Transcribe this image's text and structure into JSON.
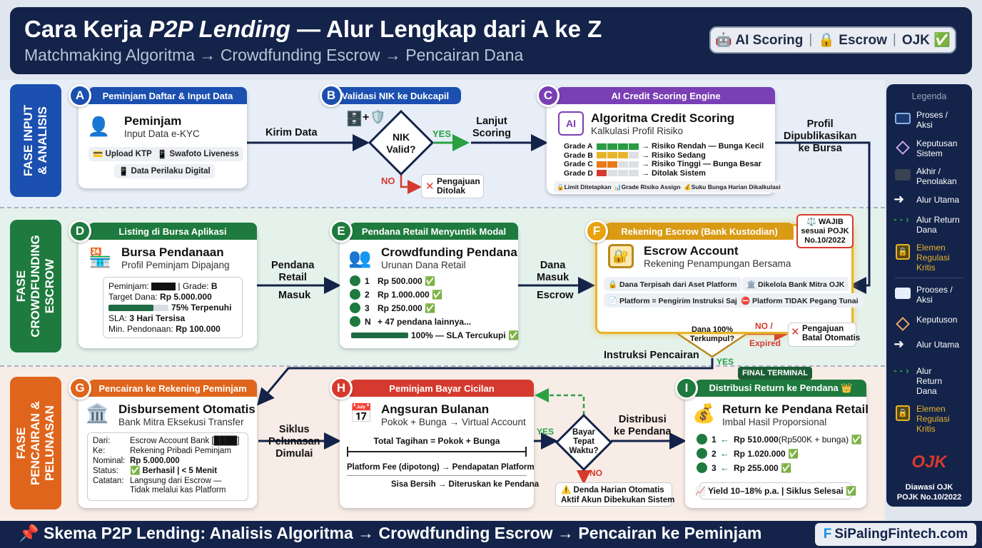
{
  "header": {
    "title_a": "Cara Kerja ",
    "title_b": "P2P Lending",
    "title_c": " — Alur Lengkap dari A ke Z",
    "subtitle": "Matchmaking Algoritma → Crowdfunding Escrow → Pencairan Dana",
    "badge_1": "🤖 AI Scoring",
    "badge_2": "🔒 Escrow",
    "badge_3": "OJK ✅"
  },
  "phases": {
    "p1": "FASE INPUT\n& ANALISIS",
    "p2": "FASE\nCROWDFUNDING\nESCROW",
    "p3": "FASE\nPENCAIRAN &\nPELUNASAN"
  },
  "colors": {
    "blue": "#1b4fb0",
    "green": "#1e7a3e",
    "orange": "#e0651c",
    "purple": "#7a3fb4",
    "gold": "#e7b429",
    "navy": "#13234a",
    "red": "#d63a2e"
  },
  "a": {
    "letter": "A",
    "tab": "Peminjam Daftar & Input Data",
    "title": "Peminjam",
    "subtitle": "Input Data e-KYC",
    "chip_1": "Upload KTP",
    "chip_2": "Swafoto Liveness",
    "chip_3": "Data Perilaku Digital"
  },
  "b": {
    "letter": "B",
    "tab": "Validasi NIK ke Dukcapil",
    "diamond": "NIK\nValid?",
    "yes": "YES",
    "no": "NO",
    "reject": "Pengajuan\nDitolak"
  },
  "c": {
    "letter": "C",
    "tab": "AI Credit Scoring Engine",
    "title": "Algoritma Credit Scoring",
    "subtitle": "Kalkulasi Profil Risiko",
    "icon_label": "AI",
    "grades": [
      {
        "name": "Grade A",
        "text": "→ Risiko Rendah — Bunga Kecil",
        "level": 4
      },
      {
        "name": "Grade B",
        "text": "→ Risiko Sedang",
        "level": 3
      },
      {
        "name": "Grade C",
        "text": "→ Risiko Tinggi — Bunga Besar",
        "level": 2
      },
      {
        "name": "Grade D",
        "text": "→ Ditolak Sistem",
        "level": 1
      }
    ],
    "chip_1": "Limit Ditetapkan",
    "chip_2": "Grade Risiko Assigned",
    "chip_3": "Suku Bunga Harian Dikalkulasi"
  },
  "flow": {
    "kirim_data": "Kirim Data",
    "lanjut_scoring": "Lanjut\nScoring",
    "profil": "Profil\nDipublikasikan\nke Bursa",
    "pendana_retail": "Pendana\nRetail",
    "masuk": "Masuk",
    "dana_masuk": "Dana\nMasuk",
    "escrow": "Escrow",
    "instruksi": "Instruksi Pencairan",
    "siklus": "Siklus\nPelunasan\nDimulai",
    "distribusi": "Distribusi\nke Pendana"
  },
  "d": {
    "letter": "D",
    "tab": "Listing di Bursa Aplikasi",
    "title": "Bursa Pendanaan",
    "subtitle": "Profil Peminjam Dipajang",
    "peminjam_label": "Peminjam:",
    "grade_label": " | Grade: ",
    "grade": "B",
    "target_label": "Target Dana: ",
    "target": "Rp 5.000.000",
    "progress_text": "75% Terpenuhi",
    "progress": 0.75,
    "sla_label": "SLA: ",
    "sla": "3 Hari Tersisa",
    "min_label": "Min. Pendonaan: ",
    "min": "Rp 100.000"
  },
  "e": {
    "letter": "E",
    "tab": "Pendana Retail Menyuntik Modal",
    "title": "Crowdfunding Pendana",
    "subtitle": "Urunan Dana Retail",
    "rows": [
      {
        "n": "1",
        "v": "Rp 500.000 ✅"
      },
      {
        "n": "2",
        "v": "Rp 1.000.000 ✅"
      },
      {
        "n": "3",
        "v": "Rp 250.000 ✅"
      },
      {
        "n": "N",
        "v": "+ 47 pendana lainnya..."
      }
    ],
    "footer": "100% — SLA Tercukupi ✅",
    "progress": 1.0
  },
  "f": {
    "letter": "F",
    "tab": "Rekening Escrow (Bank Kustodian)",
    "title": "Escrow Account",
    "subtitle": "Rekening Penampungan Bersama",
    "wajib": "⚖️ WAJIB\nsesuai POJK\nNo.10/2022",
    "chip_1": "🔒 Dana Terpisah dari Aset Platform",
    "chip_2": "🏛️ Dikelola Bank Mitra OJK",
    "chip_3": "📄 Platform = Pengirim Instruksi Saja",
    "chip_4": "⛔ Platform TIDAK Pegang Tunai",
    "diamond": "Dana 100%\nTerkumpul?",
    "no": "NO /",
    "expired": "Expired",
    "batal": "Pengajuan\nBatal Otomatis",
    "yes": "YES"
  },
  "g": {
    "letter": "G",
    "tab": "Pencairan ke Rekening Peminjam",
    "title": "Disbursement Otomatis",
    "subtitle": "Bank Mitra Eksekusi Transfer",
    "rows": [
      {
        "k": "Dari:",
        "v": "Escrow Account Bank [████]"
      },
      {
        "k": "Ke:",
        "v": "Rekening Pribadi Peminjam"
      },
      {
        "k": "Nominal:",
        "v": "Rp 5.000.000"
      },
      {
        "k": "Status:",
        "v": "✅ Berhasil | < 5 Menit"
      },
      {
        "k": "Catatan:",
        "v": "Langsung dari Escrow —\nTidak melalui kas Platform"
      }
    ]
  },
  "h": {
    "letter": "H",
    "tab": "Peminjam Bayar Cicilan",
    "title": "Angsuran Bulanan",
    "subtitle": "Pokok + Bunga → Virtual Account",
    "total": "Total Tagihan = Pokok + Bunga",
    "fee": "Platform Fee (dipotong) → Pendapatan Platform",
    "sisa": "Sisa Bersih → Diteruskan ke Pendana",
    "diamond": "Bayar\nTepat\nWaktu?",
    "yes": "YES",
    "no": "NO",
    "denda": "⚠️ Denda Harian Otomatis\nAktif Akun Dibekukan Sistem"
  },
  "i": {
    "letter": "I",
    "final": "FINAL TERMINAL",
    "tab": "Distribusi Return ke Pendana 👑",
    "title": "Return ke Pendana Retail",
    "subtitle": "Imbal Hasil Proporsional",
    "rows": [
      {
        "n": "1",
        "v": "Rp 510.000",
        "extra": " (Rp500K + bunga) ✅"
      },
      {
        "n": "2",
        "v": "Rp 1.020.000 ✅",
        "extra": ""
      },
      {
        "n": "3",
        "v": "Rp 255.000 ✅",
        "extra": ""
      }
    ],
    "yield": "📈 Yield 10–18% p.a. | Siklus Selesai ✅"
  },
  "legend": {
    "title": "Legenda",
    "items": [
      "Proses /\nAksi",
      "Keputusan\nSistem",
      "Akhir /\nPenolakan",
      "Alur Utama",
      "Alur Return\nDana",
      "Elemen\nRegulasi\nKritis",
      "Prooses /\nAksi",
      "Keputuson",
      "Alur Utama",
      "Alur\nReturn\nDana",
      "Elemen\nRegulasi\nKritis"
    ],
    "ojk": "OJK",
    "ojk_text": "Diawasi OJK\nPOJK No.10/2022"
  },
  "footer": {
    "text": "📌 Skema P2P Lending: Analisis Algoritma → Crowdfunding Escrow → Pencairan ke Peminjam",
    "brand": "SiPalingFintech.com"
  }
}
